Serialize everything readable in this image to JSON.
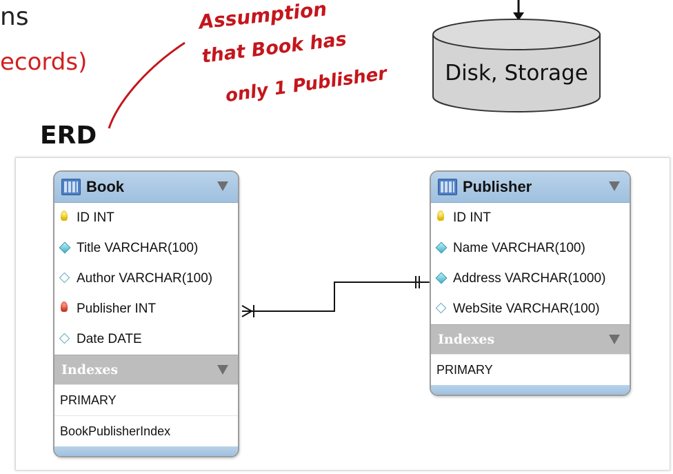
{
  "slide": {
    "partial_heading": "ns",
    "partial_subtext": "ecords)"
  },
  "storage": {
    "label": "Disk, Storage"
  },
  "annotations": {
    "assumption_line1": "Assumption",
    "assumption_line2": "that Book has",
    "assumption_line3": "only 1 Publisher",
    "erd": "ERD"
  },
  "book": {
    "title": "Book",
    "columns": [
      {
        "icon": "primary-key-icon",
        "label": "ID INT"
      },
      {
        "icon": "not-null-diamond-icon",
        "label": "Title VARCHAR(100)"
      },
      {
        "icon": "nullable-diamond-icon",
        "label": "Author VARCHAR(100)"
      },
      {
        "icon": "foreign-key-icon",
        "label": "Publisher INT"
      },
      {
        "icon": "nullable-diamond-icon",
        "label": "Date DATE"
      }
    ],
    "indexes_label": "Indexes",
    "indexes": [
      "PRIMARY",
      "BookPublisherIndex"
    ]
  },
  "publisher": {
    "title": "Publisher",
    "columns": [
      {
        "icon": "primary-key-icon",
        "label": "ID INT"
      },
      {
        "icon": "not-null-diamond-icon",
        "label": "Name VARCHAR(100)"
      },
      {
        "icon": "not-null-diamond-icon",
        "label": "Address VARCHAR(1000)"
      },
      {
        "icon": "nullable-diamond-icon",
        "label": "WebSite VARCHAR(100)"
      }
    ],
    "indexes_label": "Indexes",
    "indexes": [
      "PRIMARY"
    ]
  },
  "relationship": {
    "from": "Book",
    "to": "Publisher",
    "type": "many-to-one"
  },
  "colors": {
    "annotation": "#c4161c",
    "header": "#9fc0df",
    "subtext": "#d21f1f"
  }
}
